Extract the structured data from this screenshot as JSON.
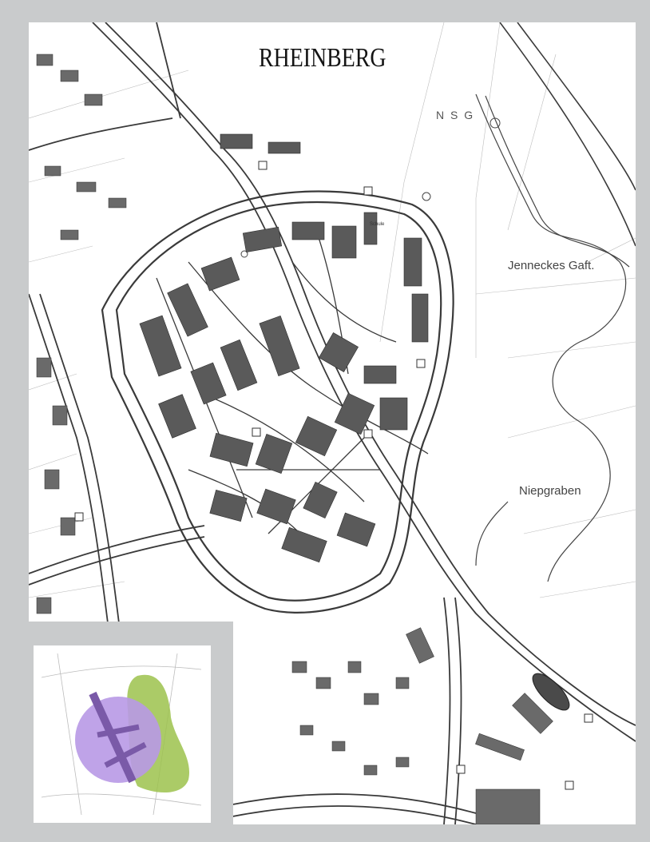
{
  "map": {
    "title": "RHEINBERG",
    "labels": {
      "nsg": "N S G",
      "jennecies": "Jenneckes Gaft.",
      "niepgraben": "Niepgraben",
      "schule": "Schule"
    },
    "colors": {
      "background_frame": "#c9cbcc",
      "map_paper": "#ffffff",
      "building_fill": "#5a5a5a",
      "line": "#3a3a3a",
      "inset_purple": "#b899e6",
      "inset_green": "#9cc24c",
      "inset_band": "#7a5aa8"
    },
    "inset": {
      "content": "location overview with town core (purple) and adjacent area (green)"
    }
  }
}
